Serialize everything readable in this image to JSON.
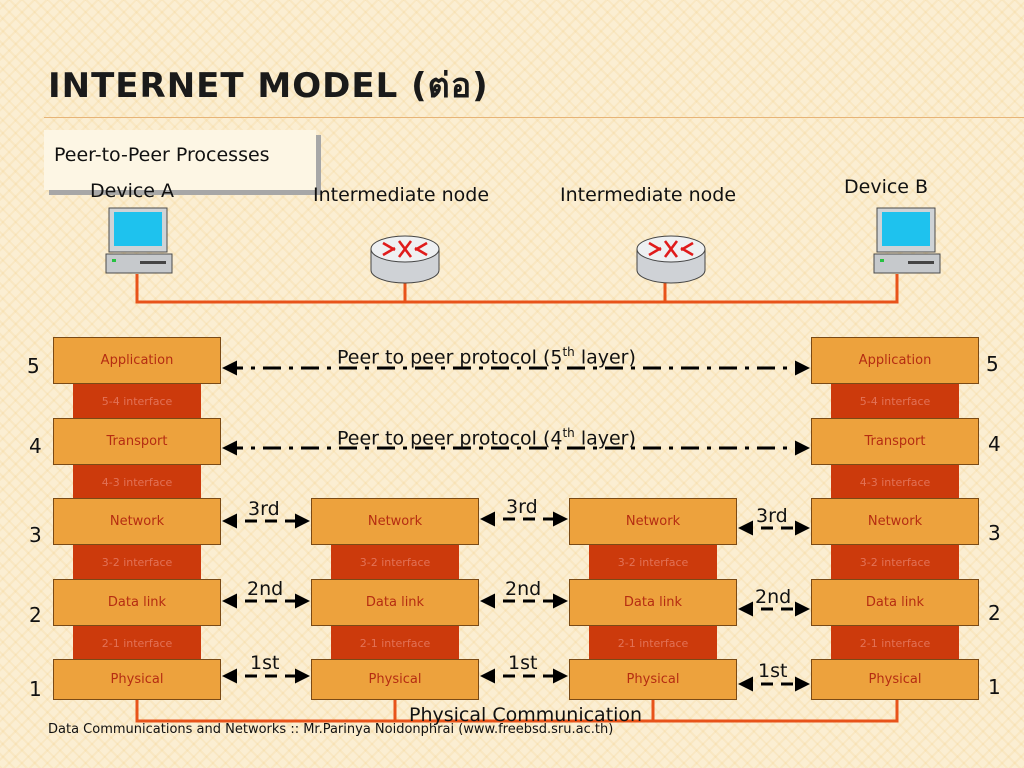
{
  "title": "INTERNET MODEL  (ต่อ)",
  "box_label": "Peer-to-Peer Processes",
  "devices": {
    "a": "Device A",
    "b": "Device B",
    "node1": "Intermediate node",
    "node2": "Intermediate node"
  },
  "layers": {
    "l5": "Application",
    "l4": "Transport",
    "l3": "Network",
    "l2": "Data link",
    "l1": "Physical"
  },
  "interfaces": {
    "i54": "5-4 interface",
    "i43": "4-3 interface",
    "i32": "3-2 interface",
    "i21": "2-1 interface"
  },
  "numbers": {
    "n5": "5",
    "n4": "4",
    "n3": "3",
    "n2": "2",
    "n1": "1"
  },
  "peer5": {
    "pre": "Peer to peer protocol (5",
    "sup": "th",
    "post": " layer)"
  },
  "peer4": {
    "pre": "Peer to peer protocol (4",
    "sup": "th",
    "post": " layer)"
  },
  "ordinals": {
    "third": "3rd",
    "second": "2nd",
    "first": "1st"
  },
  "physical_comm": "Physical Communication",
  "footer": "Data Communications and Networks :: Mr.Parinya Noidonphrai (www.freebsd.sru.ac.th)",
  "colors": {
    "layer_fill": "#eda23d",
    "interface_fill": "#cc3a0c",
    "link_line": "#e8531a"
  }
}
